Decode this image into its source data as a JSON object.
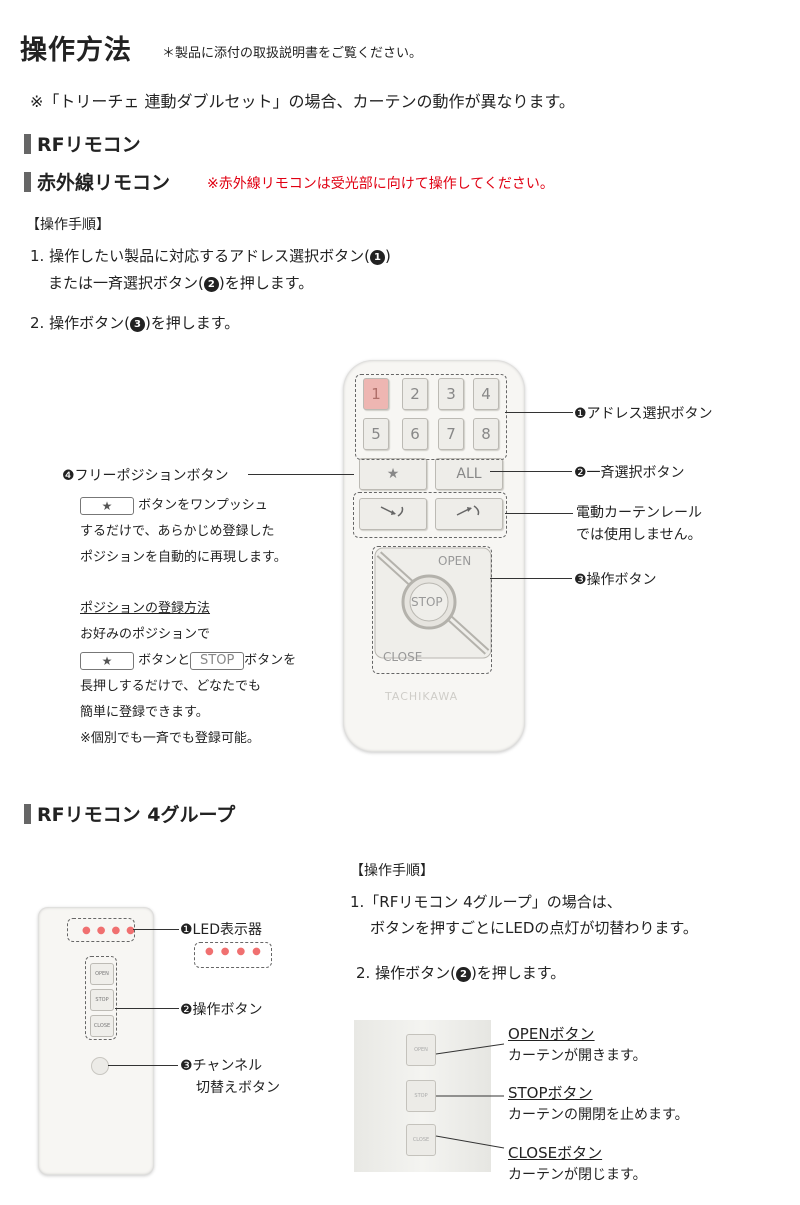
{
  "header": {
    "title": "操作方法",
    "subnote": "＊製品に添付の取扱説明書をご覧ください。",
    "notice": "※「トリーチェ 連動ダブルセット」の場合、カーテンの動作が異なります。"
  },
  "sections": {
    "rf": "RFリモコン",
    "ir": "赤外線リモコン",
    "ir_note": "※赤外線リモコンは受光部に向けて操作してください。",
    "rf4": "RFリモコン 4グループ"
  },
  "steps1": {
    "heading": "【操作手順】",
    "s1_a": "1. 操作したい製品に対応するアドレス選択ボタン(",
    "s1_a_end": ")",
    "s1_b": "または一斉選択ボタン(",
    "s1_b_end": ")を押します。",
    "s2": "2. 操作ボタン(",
    "s2_end": ")を押します。",
    "n1": "1",
    "n2": "2",
    "n3": "3"
  },
  "remote": {
    "address_buttons": [
      "1",
      "2",
      "3",
      "4",
      "5",
      "6",
      "7",
      "8"
    ],
    "star": "★",
    "all": "ALL",
    "open": "OPEN",
    "stop": "STOP",
    "close": "CLOSE",
    "brand": "TACHIKAWA"
  },
  "callouts": {
    "address": "❶アドレス選択ボタン",
    "all": "❷一斉選択ボタン",
    "rail_1": "電動カーテンレール",
    "rail_2": "では使用しません。",
    "operation": "❸操作ボタン",
    "free": "❹フリーポジションボタン",
    "free_desc_1": "ボタンをワンプッシュ",
    "free_desc_2": "するだけで、あらかじめ登録した",
    "free_desc_3": "ポジションを自動的に再現します。",
    "reg_title": "ポジションの登録方法",
    "reg_1": "お好みのポジションで",
    "reg_2a": "ボタンと",
    "reg_2b": "ボタンを",
    "reg_3": "長押しするだけで、どなたでも",
    "reg_4": "簡単に登録できます。",
    "reg_5": "※個別でも一斉でも登録可能。",
    "star_box": "★",
    "stop_box": "STOP"
  },
  "rf4": {
    "led": "❶LED表示器",
    "op": "❷操作ボタン",
    "ch_1": "❸チャンネル",
    "ch_2": "切替えボタン",
    "mini_open": "OPEN",
    "mini_stop": "STOP",
    "mini_close": "CLOSE",
    "steps_heading": "【操作手順】",
    "step1_a": "1.「RFリモコン 4グループ」の場合は、",
    "step1_b": "ボタンを押すごとにLEDの点灯が切替わります。",
    "step2": "2. 操作ボタン(",
    "step2_end": ")を押します。",
    "n2": "2",
    "open_title": "OPENボタン",
    "open_desc": "カーテンが開きます。",
    "stop_title": "STOPボタン",
    "stop_desc": "カーテンの開閉を止めます。",
    "close_title": "CLOSEボタン",
    "close_desc": "カーテンが閉じます。"
  },
  "colors": {
    "accent_red": "#e00012",
    "led_red": "#f07070",
    "address_active": "#eeb6b2"
  }
}
